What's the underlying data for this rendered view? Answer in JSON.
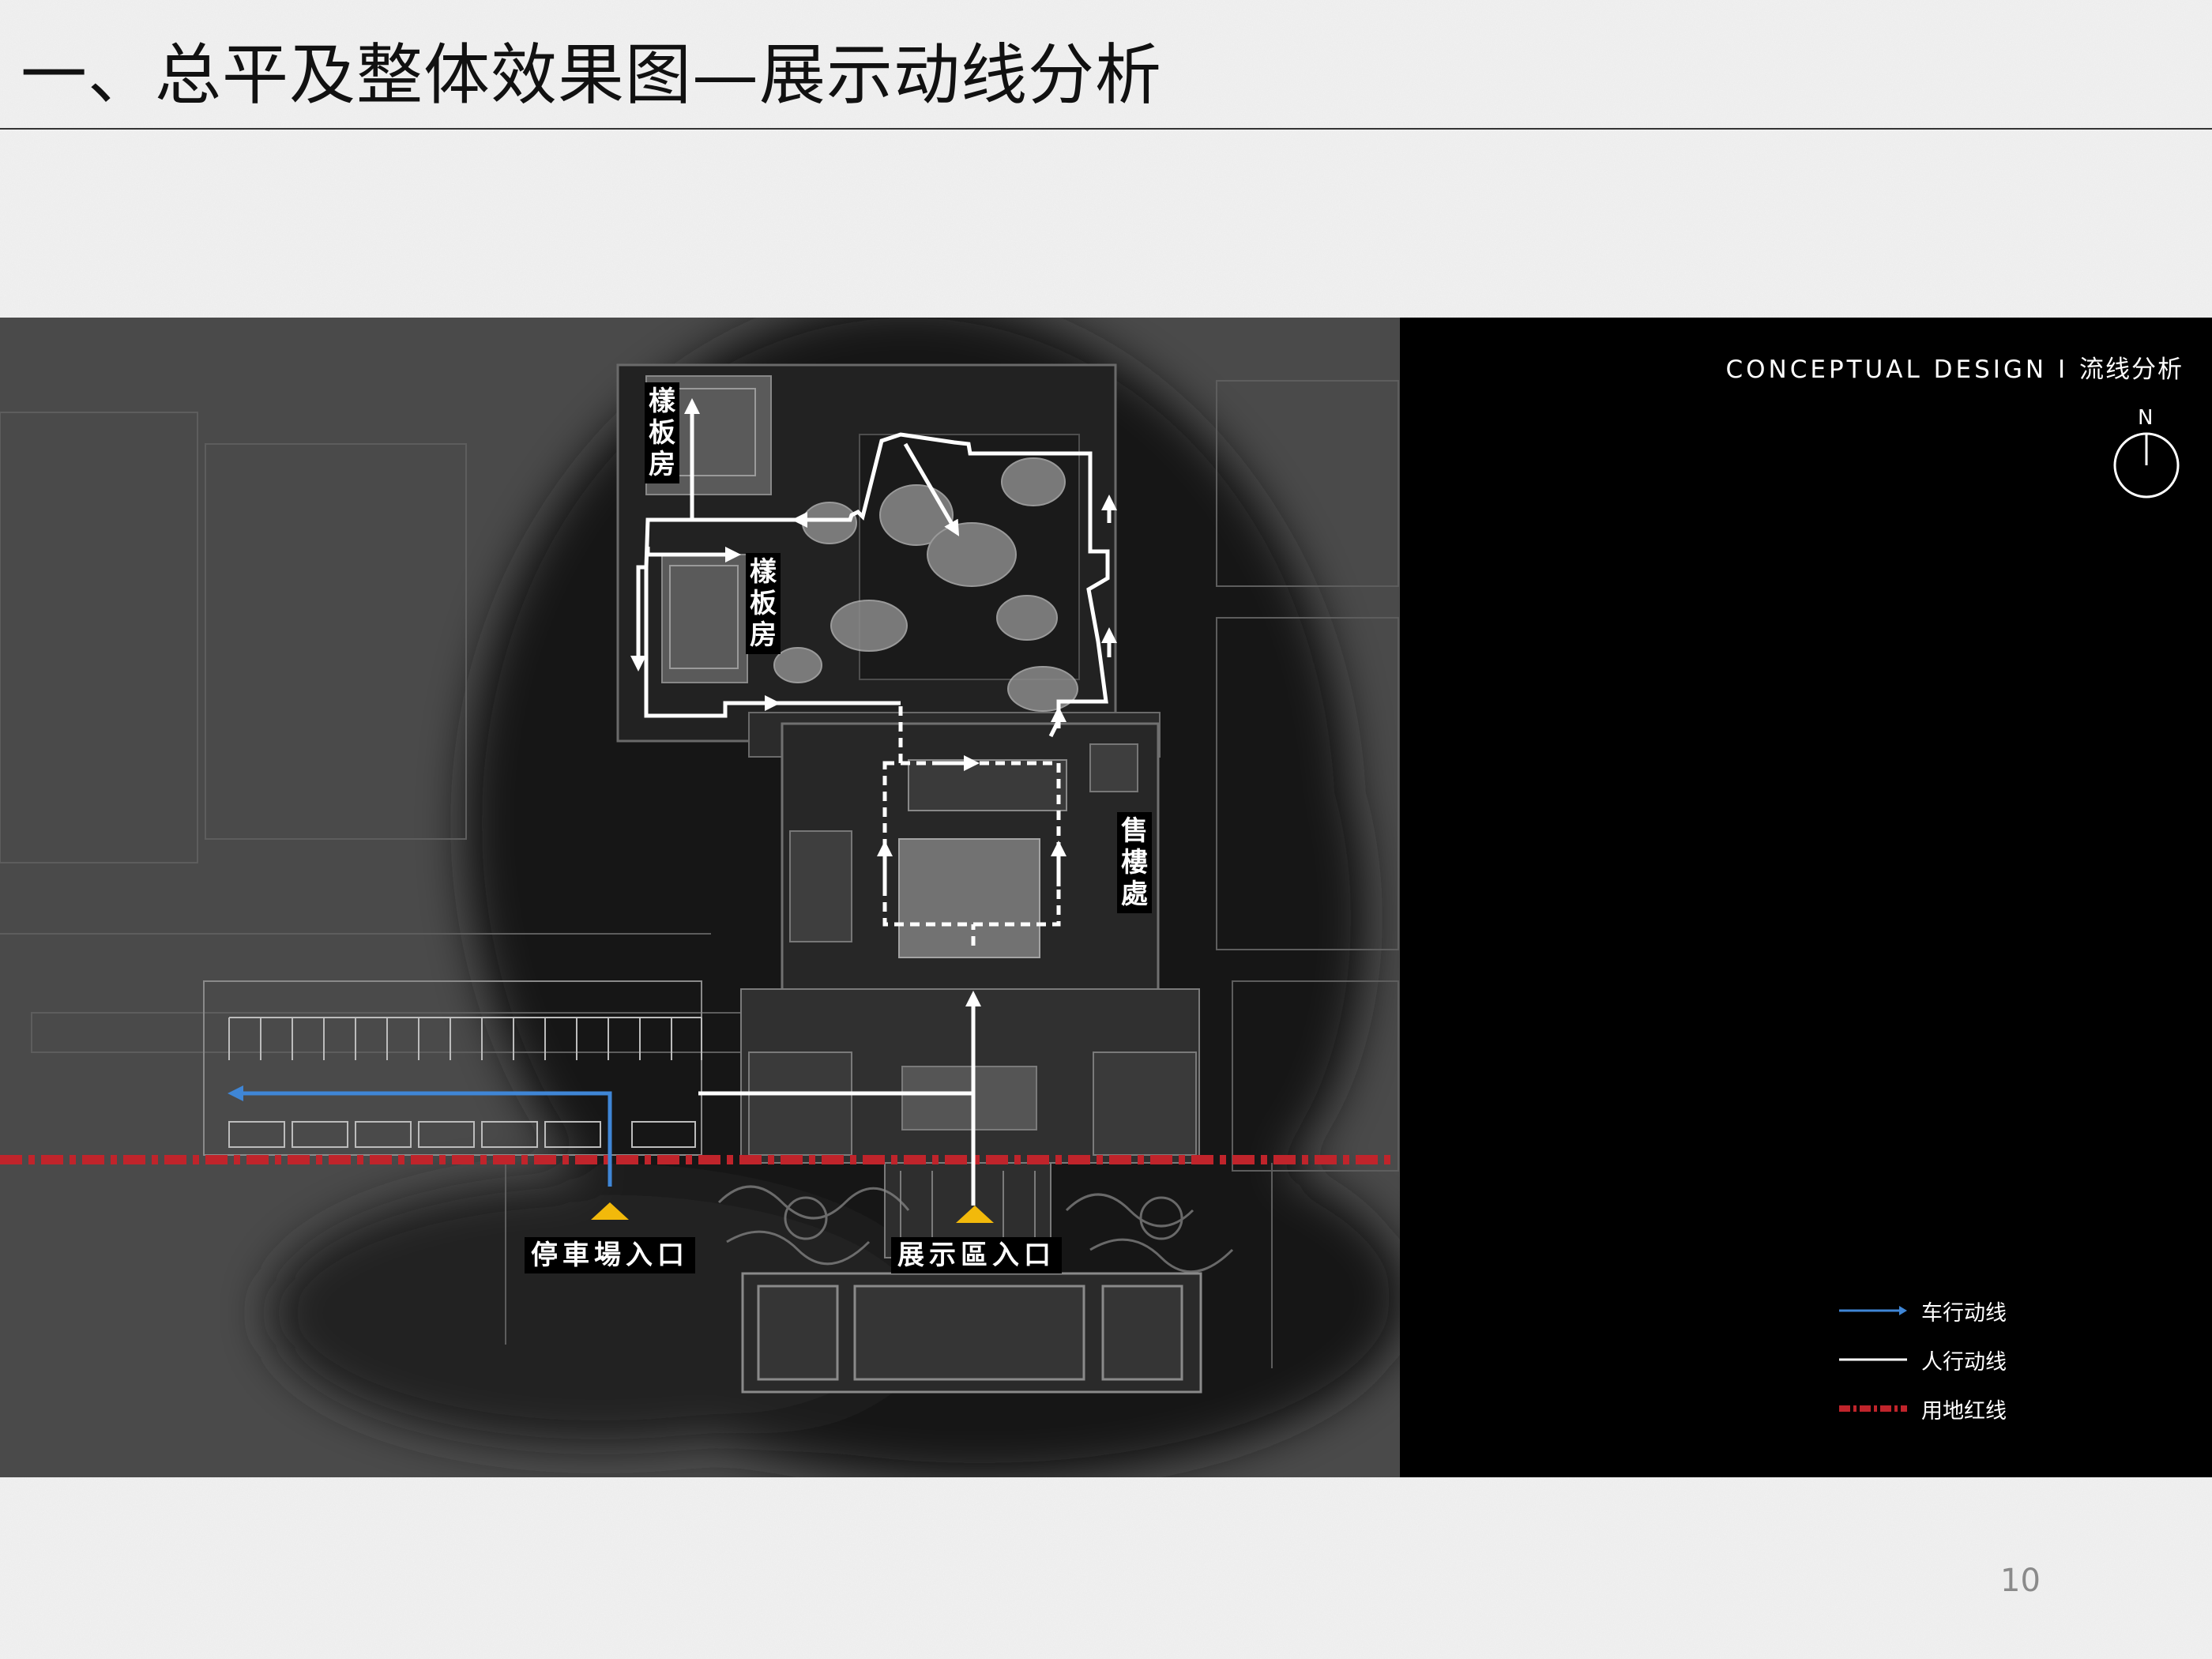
{
  "page": {
    "title": "一、总平及整体效果图—展示动线分析",
    "page_number": "10"
  },
  "panel": {
    "heading_en": "CONCEPTUAL DESIGN",
    "heading_sep": "I",
    "heading_cn": "流线分析",
    "north": "N"
  },
  "plan_labels": {
    "model_house_1": "樣板房",
    "model_house_2": "樣板房",
    "sales_office": "售樓處",
    "parking_entrance": "停車場入口",
    "exhibition_entrance": "展示區入口"
  },
  "legend": [
    {
      "label": "车行动线",
      "color": "#3f86d6",
      "style": "arrow"
    },
    {
      "label": "人行动线",
      "color": "#ffffff",
      "style": "solid"
    },
    {
      "label": "用地红线",
      "color": "#c0242b",
      "style": "dashed"
    }
  ],
  "colors": {
    "vehicle_route": "#3f86d6",
    "pedestrian_route": "#ffffff",
    "site_boundary": "#c0242b",
    "entrance_marker": "#f2b90b"
  }
}
